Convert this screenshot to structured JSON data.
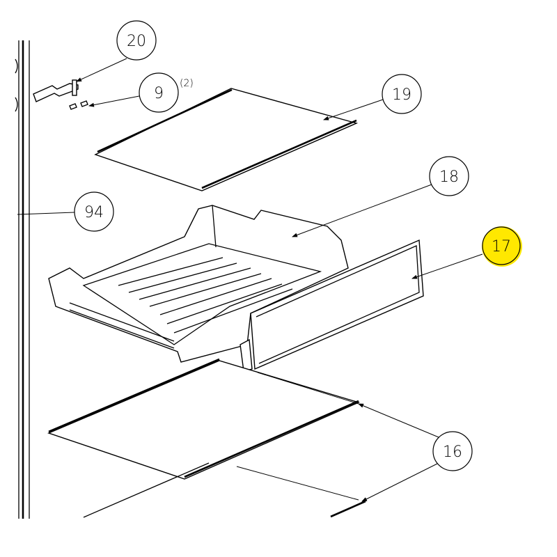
{
  "title": "Refrigerator compartment exploded parts diagram",
  "highlight_color": "#FFE800",
  "callouts": [
    {
      "id": "20",
      "label": "20",
      "qty": ""
    },
    {
      "id": "9",
      "label": "9",
      "qty": "(2)"
    },
    {
      "id": "19",
      "label": "19",
      "qty": ""
    },
    {
      "id": "18",
      "label": "18",
      "qty": ""
    },
    {
      "id": "94",
      "label": "94",
      "qty": ""
    },
    {
      "id": "17",
      "label": "17",
      "qty": "",
      "highlighted": true
    },
    {
      "id": "16",
      "label": "16",
      "qty": ""
    }
  ]
}
